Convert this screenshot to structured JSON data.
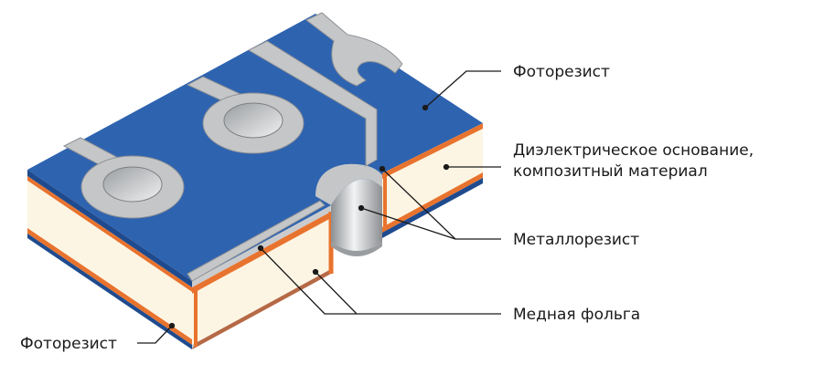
{
  "labels": {
    "photoresist_top": "Фоторезист",
    "dielectric_line1": "Диэлектрическое основание,",
    "dielectric_line2": "композитный материал",
    "metalloresist": "Металлорезист",
    "copper_foil": "Медная фольга",
    "photoresist_bottom": "Фоторезист"
  },
  "colors": {
    "photoresist": "#2e63b0",
    "dielectric": "#fdf5e3",
    "copper": "#e8732e",
    "metal": "#c4c6c8",
    "leader": "#1a1a1a"
  }
}
